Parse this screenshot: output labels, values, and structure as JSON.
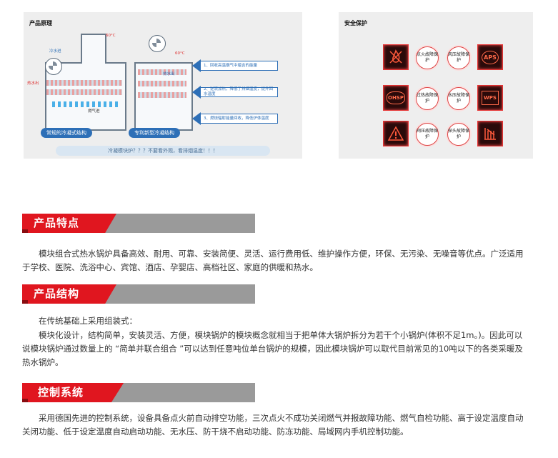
{
  "principle_panel": {
    "title": "产品原理",
    "left_tags": [
      "冷水进",
      "热水出",
      "燃气进"
    ],
    "temp_label_1": "60°C",
    "temp_label_2": "60°C",
    "left_caption": "常规的冷凝式结构",
    "right_caption": "专利新型冷凝结构",
    "right_inner_tag": "热水出",
    "arrows": [
      "1、回收高温烟气中蕴含的能量",
      "2、逆流加热，降低了排烟温度，提升回水温度",
      "3、燃烧辐射能量回收，降低炉体温度"
    ],
    "banner": "冷凝模块炉？？？不要看外观，看排烟温度！！！"
  },
  "safety_panel": {
    "title": "安全保护",
    "icons": [
      "flame-out-icon",
      "aps-icon",
      "ohsp-icon",
      "wps-icon",
      "warning-icon",
      "sensor-icon"
    ],
    "icon_texts": [
      "",
      "APS",
      "OHSP",
      "WPS",
      "",
      ""
    ],
    "circles": [
      "点火故障保护",
      "风压故障保护",
      "过热故障保护",
      "水压故障保护",
      "阀压故障保护",
      "探头故障保护"
    ]
  },
  "sections": {
    "features": {
      "heading": "产品特点",
      "text": "模块组合式热水锅炉具备高效、耐用、可靠、安装简便、灵活、运行费用低、维护操作方便，环保、无污染、无噪音等优点。广泛适用于学校、医院、洗浴中心、宾馆、酒店、孕婴店、高档社区、家庭的供暖和热水。"
    },
    "structure": {
      "heading": "产品结构",
      "line1": "在传统基础上采用组装式：",
      "text": "模块化设计，结构简单，安装灵活、方便，模块锅炉的模块概念就相当于把单体大锅炉拆分为若干个小锅炉(体积不足1m。)。因此可以说模块锅炉通过数量上的 “简单并联合组合 ”可以达到任意吨位单台锅炉的规模，因此模块锅炉可以取代目前常见的10吨以下的各类采暖及热水锅炉。"
    },
    "control": {
      "heading": "控制系统",
      "text": "采用德国先进的控制系统，设备具备点火前自动排空功能，三次点火不成功关闭燃气并报故障功能、燃气自检功能、高于设定温度自动关闭功能、低于设定温度自动启动功能、无水压、防干烧不启动功能、防冻功能、局域网内手机控制功能。"
    }
  }
}
